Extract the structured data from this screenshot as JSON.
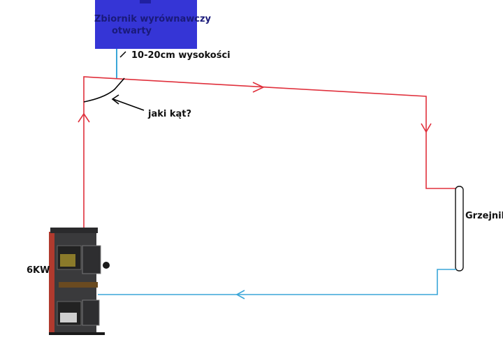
{
  "tank": {
    "line1": "Zbiornik wyrównawczy",
    "line2": "otwarty",
    "color": "#3535d6"
  },
  "height_label": "10-20cm wysokości",
  "angle_label": "jaki kąt?",
  "radiator_label": "Grzejnik",
  "boiler_label": "6KW",
  "colors": {
    "supply": "#e0303c",
    "return": "#3aa6d8",
    "angle_line": "#000000"
  }
}
